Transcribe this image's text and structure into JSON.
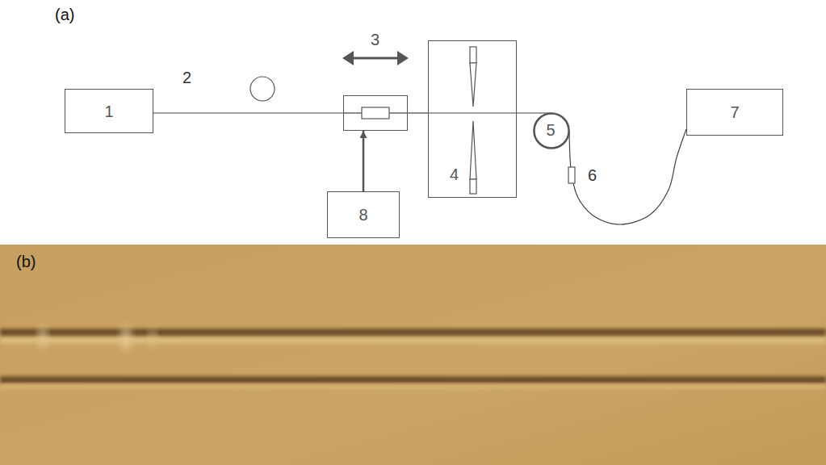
{
  "diagram": {
    "nodes": [
      {
        "text": [
          "1"
        ]
      },
      {
        "text": [
          "3"
        ]
      },
      {
        "text": [
          "4"
        ]
      },
      {
        "text": [
          "5"
        ]
      },
      {
        "text": [
          "7"
        ]
      },
      {
        "text": [
          "8"
        ]
      }
    ],
    "edges": [
      {
        "from": 0,
        "to": 1,
        "arrow": "none"
      },
      {
        "from": 1,
        "to": 2,
        "arrow": "none"
      },
      {
        "from": 2,
        "to": 3,
        "arrow": "none"
      },
      {
        "from": 3,
        "to": 4,
        "arrow": "none"
      },
      {
        "from": 5,
        "to": 1,
        "arrow": "to"
      }
    ],
    "labels": [
      "(a)",
      "2",
      "6",
      "(b)"
    ]
  }
}
